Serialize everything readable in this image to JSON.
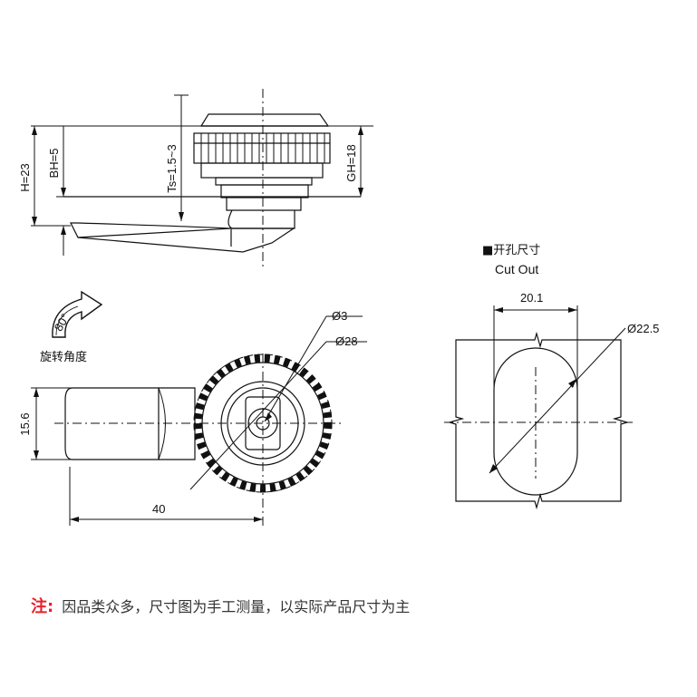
{
  "side_view": {
    "h_label": "H=23",
    "bh_label": "BH=5",
    "ts_label": "Ts=1.5~3",
    "gh_label": "GH=18"
  },
  "rotation": {
    "angle_label": "80°",
    "caption": "旋转角度"
  },
  "front_view": {
    "height_label": "15.6",
    "length_label": "40",
    "hole_label": "Ø3",
    "knob_label": "Ø28"
  },
  "cutout": {
    "title_cn": "■开孔尺寸",
    "title_en": "Cut Out",
    "width_label": "20.1",
    "diameter_label": "Ø22.5"
  },
  "note": {
    "mark": "注:",
    "text": "因品类众多，尺寸图为手工测量，以实际产品尺寸为主"
  },
  "colors": {
    "line": "#111111",
    "note_mark": "#e8202a",
    "note_text": "#333333"
  }
}
